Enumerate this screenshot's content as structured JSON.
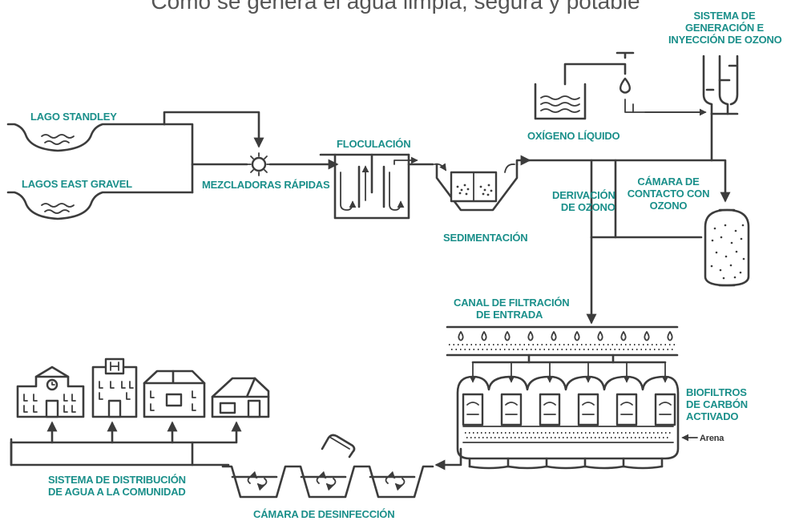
{
  "title": "Cómo se genera el agua limpia, segura y potable",
  "labels": {
    "lago_standley": "LAGO STANDLEY",
    "lagos_east_gravel": "LAGOS EAST GRAVEL",
    "mezcladoras": "MEZCLADORAS RÁPIDAS",
    "floculacion": "FLOCULACIÓN",
    "sedimentacion": "SEDIMENTACIÓN",
    "oxigeno": "OXÍGENO LÍQUIDO",
    "sistema_ozono_1": "SISTEMA DE",
    "sistema_ozono_2": "GENERACIÓN E",
    "sistema_ozono_3": "INYECCIÓN DE OZONO",
    "derivacion_1": "DERIVACIÓN",
    "derivacion_2": "DE OZONO",
    "camara_contacto_1": "CÁMARA DE",
    "camara_contacto_2": "CONTACTO CON",
    "camara_contacto_3": "OZONO",
    "canal_1": "CANAL DE FILTRACIÓN",
    "canal_2": "DE ENTRADA",
    "biofiltros_1": "BIOFILTROS",
    "biofiltros_2": "DE CARBÓN",
    "biofiltros_3": "ACTIVADO",
    "arena": "Arena",
    "distribucion_1": "SISTEMA DE DISTRIBUCIÓN",
    "distribucion_2": "DE AGUA A LA COMUNIDAD",
    "desinfeccion": "CÁMARA DE DESINFECCIÓN"
  },
  "colors": {
    "label": "#1a8f8a",
    "line": "#3c3c3c",
    "title": "#555555"
  },
  "icons": [
    "lake-icon",
    "mixer-icon",
    "flocculation-tank-icon",
    "sedimentation-tank-icon",
    "liquid-oxygen-tank-icon",
    "ozone-generator-icon",
    "ozone-contact-chamber-icon",
    "filter-channel-icon",
    "biofilter-icon",
    "disinfection-chamber-icon",
    "school-building-icon",
    "hospital-building-icon",
    "apartment-building-icon",
    "house-icon"
  ]
}
